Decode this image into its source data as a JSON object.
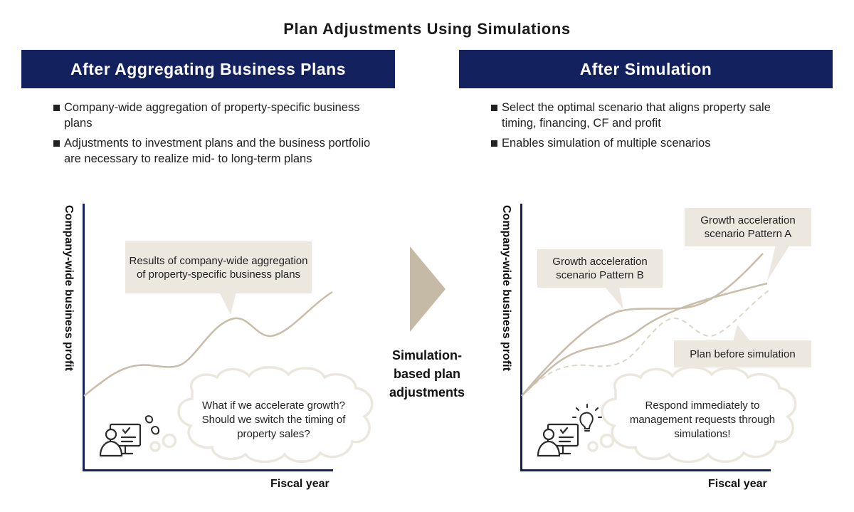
{
  "title": "Plan Adjustments Using Simulations",
  "left": {
    "header": "After Aggregating Business Plans",
    "bullets": [
      "Company-wide aggregation of property-specific business plans",
      "Adjustments to investment plans and the business portfolio are necessary to realize mid- to long-term plans"
    ],
    "y_axis_label": "Company-wide business profit",
    "x_axis_label": "Fiscal year",
    "callout": "Results of company-wide aggregation of property-specific business plans",
    "thought": "What if we accelerate growth? Should we switch the timing of property sales?"
  },
  "middle": {
    "label_line1": "Simulation-",
    "label_line2": "based plan",
    "label_line3": "adjustments"
  },
  "right": {
    "header": "After Simulation",
    "bullets": [
      "Select the optimal scenario that aligns property sale timing, financing, CF and profit",
      "Enables simulation of multiple scenarios"
    ],
    "y_axis_label": "Company-wide business profit",
    "x_axis_label": "Fiscal year",
    "callout_a": "Growth acceleration scenario Pattern A",
    "callout_b": "Growth acceleration scenario Pattern B",
    "callout_plan": "Plan before simulation",
    "thought": "Respond immediately to management requests through simulations!"
  },
  "colors": {
    "banner": "#13215e",
    "axis": "#13215e",
    "curve": "#c9bca8",
    "callout_bg": "#ede8df",
    "arrow": "#c5baa6",
    "cloud_outline": "#ece7de"
  },
  "icons": {
    "worker": "person-at-computer-icon",
    "sweat": "sweat-drop-icon",
    "idea": "lightbulb-icon"
  }
}
